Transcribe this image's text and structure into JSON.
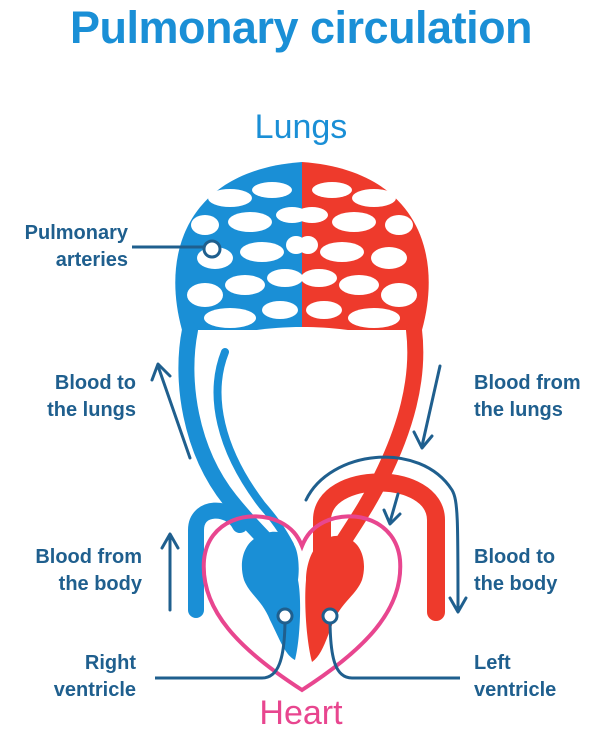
{
  "title": "Pulmonary circulation",
  "organs": {
    "lungs": "Lungs",
    "heart": "Heart"
  },
  "labels": {
    "pulmonary_arteries": [
      "Pulmonary",
      "arteries"
    ],
    "blood_to_lungs": [
      "Blood to",
      "the lungs"
    ],
    "blood_from_lungs": [
      "Blood from",
      "the lungs"
    ],
    "blood_from_body": [
      "Blood from",
      "the body"
    ],
    "blood_to_body": [
      "Blood to",
      "the body"
    ],
    "right_ventricle": [
      "Right",
      "ventricle"
    ],
    "left_ventricle": [
      "Left",
      "ventricle"
    ]
  },
  "colors": {
    "title": "#1a8fd6",
    "deoxygenated": "#1a8fd6",
    "oxygenated": "#ee3a2c",
    "heart_outline": "#e8468f",
    "label_text": "#1f5f8e",
    "arrows": "#1f5f8e"
  }
}
